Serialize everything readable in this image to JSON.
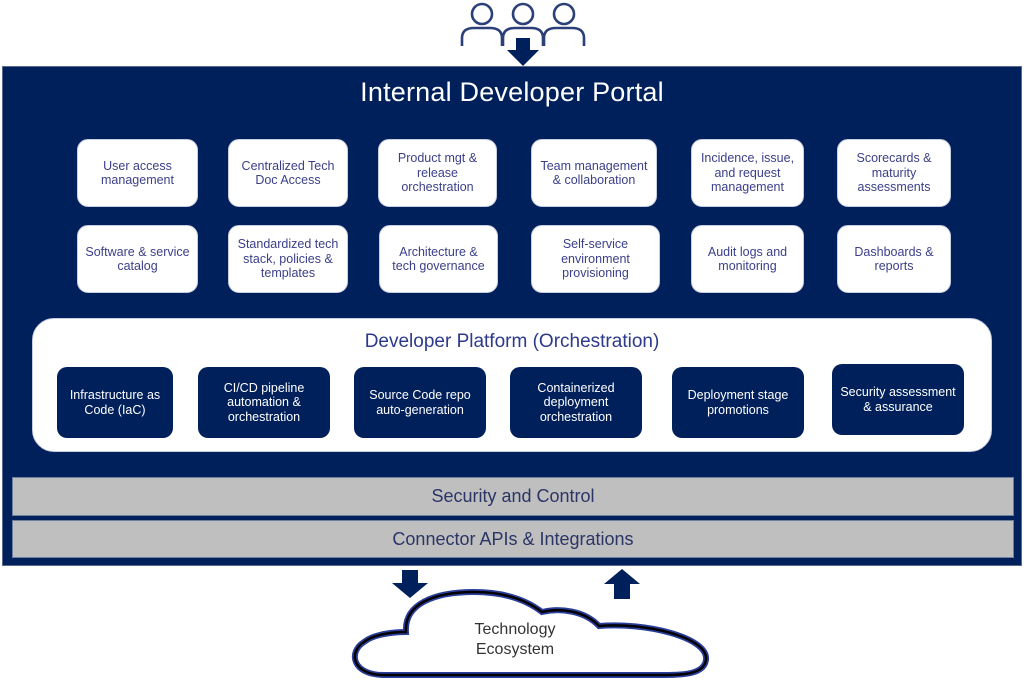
{
  "colors": {
    "navy": "#00205b",
    "card_text": "#3b3f8a",
    "band_gray": "#bfbfbf",
    "white": "#ffffff"
  },
  "icons": {
    "users": "users-group-icon",
    "arrow_in": "arrow-down-icon",
    "arrow_to_ecosystem": "arrow-down-icon",
    "arrow_from_ecosystem": "arrow-up-icon",
    "cloud": "cloud-icon"
  },
  "portal": {
    "title": "Internal Developer Portal",
    "capabilities_row1": [
      "User access\nmanagement",
      "Centralized Tech\nDoc Access",
      "Product mgt &\nrelease\norchestration",
      "Team management\n& collaboration",
      "Incidence, issue,\nand request\nmanagement",
      "Scorecards &\nmaturity\nassessments"
    ],
    "capabilities_row2": [
      "Software & service\ncatalog",
      "Standardized tech\nstack, policies &\ntemplates",
      "Architecture &\ntech governance",
      "Self-service\nenvironment\nprovisioning",
      "Audit logs and\nmonitoring",
      "Dashboards &\nreports"
    ]
  },
  "platform": {
    "title": "Developer Platform (Orchestration)",
    "services": [
      "Infrastructure as\nCode (IaC)",
      "CI/CD pipeline\nautomation &\norchestration",
      "Source Code repo\nauto-generation",
      "Containerized\ndeployment\norchestration",
      "Deployment stage\npromotions",
      "Security assessment\n& assurance"
    ]
  },
  "layers": {
    "security": "Security and Control",
    "connector": "Connector APIs & Integrations"
  },
  "ecosystem": {
    "label": "Technology\nEcosystem"
  }
}
